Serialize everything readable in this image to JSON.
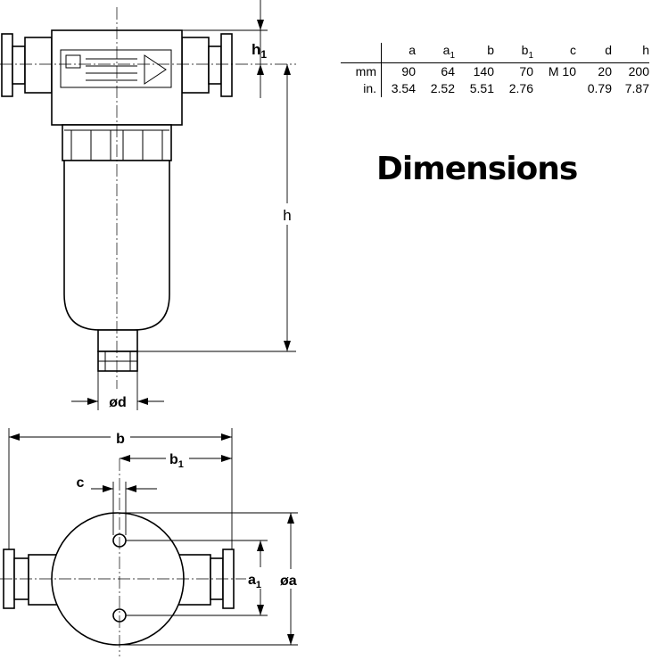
{
  "title": "Dimensions",
  "table": {
    "headers": [
      {
        "base": "a",
        "sub": ""
      },
      {
        "base": "a",
        "sub": "1"
      },
      {
        "base": "b",
        "sub": ""
      },
      {
        "base": "b",
        "sub": "1"
      },
      {
        "base": "c",
        "sub": ""
      },
      {
        "base": "d",
        "sub": ""
      },
      {
        "base": "h",
        "sub": ""
      }
    ],
    "rows": [
      {
        "unit": "mm",
        "values": [
          "90",
          "64",
          "140",
          "70",
          "M 10",
          "20",
          "200"
        ]
      },
      {
        "unit": "in.",
        "values": [
          "3.54",
          "2.52",
          "5.51",
          "2.76",
          "",
          "0.79",
          "7.87"
        ]
      }
    ]
  },
  "labels": {
    "h1": {
      "base": "h",
      "sub": "1"
    },
    "h": "h",
    "d": "ød",
    "b": "b",
    "b1": {
      "base": "b",
      "sub": "1"
    },
    "c": "c",
    "a1": {
      "base": "a",
      "sub": "1"
    },
    "a": "øa"
  }
}
